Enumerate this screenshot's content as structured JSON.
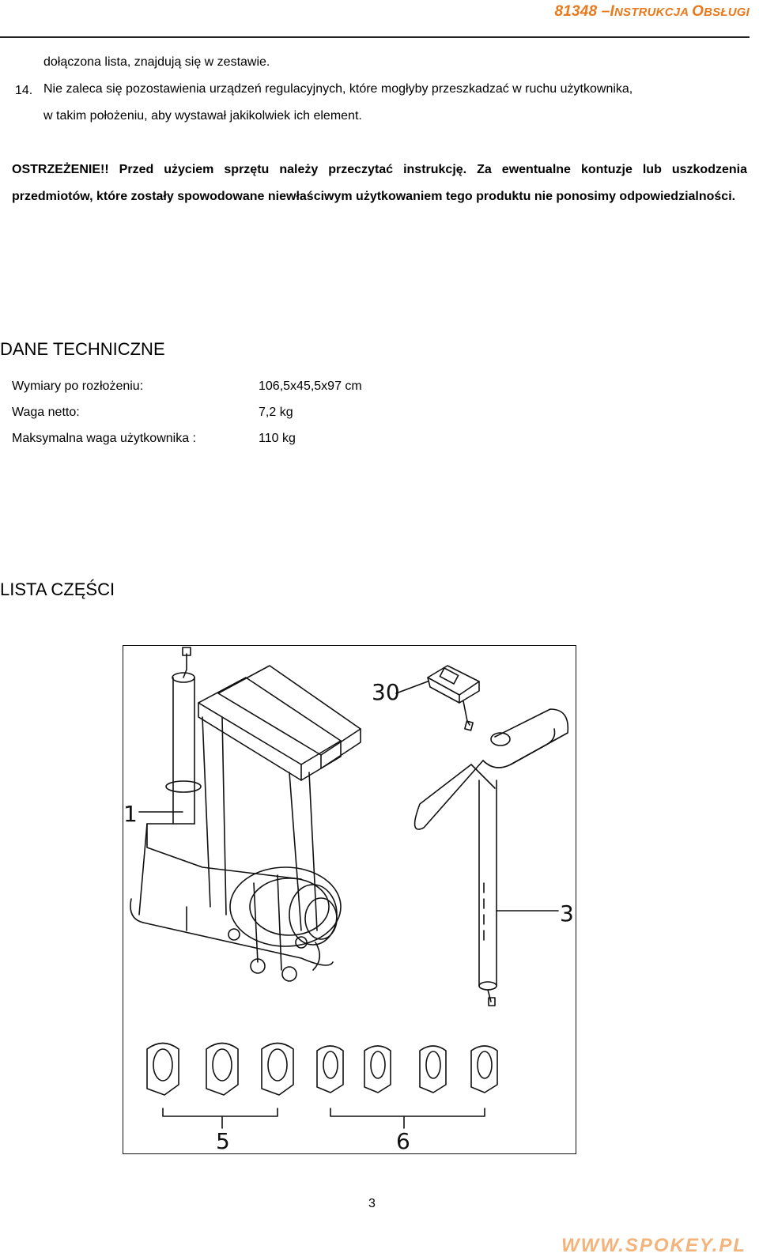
{
  "header": {
    "number": "81348 –",
    "title_I": "I",
    "title_rest1": "NSTRUKCJA ",
    "title_O": "O",
    "title_rest2": "BSŁUGI"
  },
  "intro": {
    "line_continued": "dołączona lista, znajdują się w zestawie."
  },
  "item14": {
    "number": "14.",
    "line1": "Nie zaleca się pozostawienia urządzeń regulacyjnych, które mogłyby przeszkadzać w ruchu użytkownika,",
    "line2": "w takim położeniu, aby wystawał jakikolwiek ich element."
  },
  "warning": {
    "text": "OSTRZEŻENIE!! Przed użyciem sprzętu należy przeczytać instrukcję. Za ewentualne kontuzje lub uszkodzenia przedmiotów, które zostały spowodowane niewłaściwym użytkowaniem tego produktu nie ponosimy odpowiedzialności."
  },
  "tech": {
    "heading": "DANE TECHNICZNE",
    "rows": [
      {
        "label": "Wymiary po rozłożeniu:",
        "value": "106,5x45,5x97 cm"
      },
      {
        "label": "Waga netto:",
        "value": "7,2 kg"
      },
      {
        "label": "Maksymalna waga użytkownika :",
        "value": "110 kg"
      }
    ]
  },
  "parts": {
    "heading": "LISTA CZĘŚCI",
    "callouts": {
      "c1": "1",
      "c3": "3",
      "c5": "5",
      "c6": "6",
      "c30": "30"
    }
  },
  "footer": {
    "page": "3",
    "logo": "WWW.SPOKEY.PL"
  }
}
